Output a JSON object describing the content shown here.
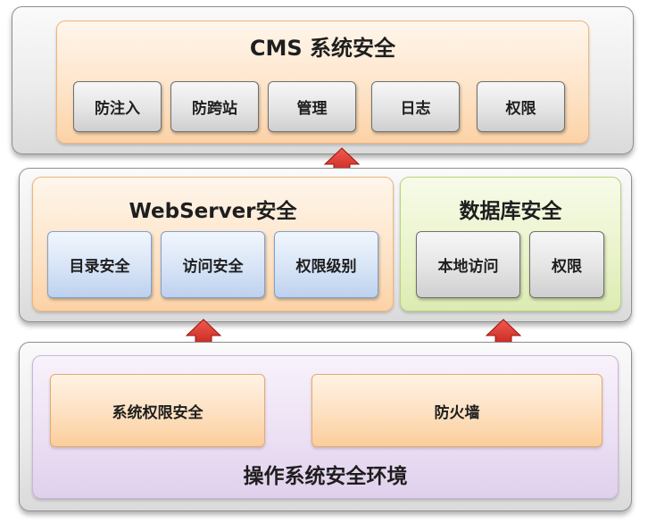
{
  "cms": {
    "title": "CMS 系统安全",
    "items": [
      "防注入",
      "防跨站",
      "管理",
      "日志",
      "权限"
    ]
  },
  "webserver": {
    "title": "WebServer安全",
    "items": [
      "目录安全",
      "访问安全",
      "权限级别"
    ]
  },
  "database": {
    "title": "数据库安全",
    "items": [
      "本地访问",
      "权限"
    ]
  },
  "os": {
    "title": "操作系统安全环境",
    "items": [
      "系统权限安全",
      "防火墙"
    ]
  },
  "colors": {
    "arrow": "#e0231b",
    "orange": "#fde3c6",
    "green": "#e9f3c9",
    "purple": "#ebdff3",
    "blue": "#d7e4f6",
    "gray": "#e4e4e4"
  }
}
